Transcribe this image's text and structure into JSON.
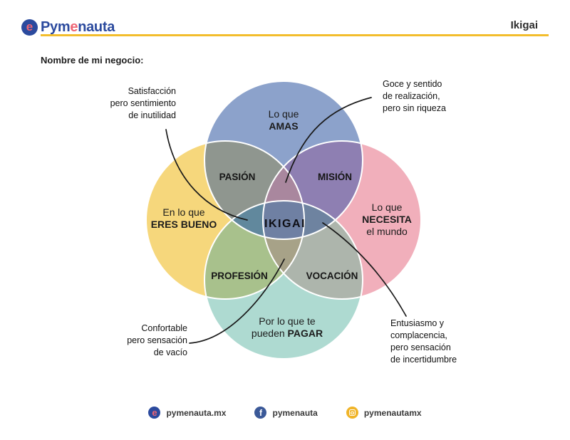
{
  "header": {
    "title": "Ikigai",
    "brand": {
      "icon_letter": "e",
      "wordmark": [
        "Pym",
        "e",
        "nauta"
      ]
    }
  },
  "worksheet": {
    "business_name_label": "Nombre de mi negocio:"
  },
  "diagram": {
    "circle_labels": {
      "amas": [
        "Lo que",
        "AMAS"
      ],
      "eres_bueno": [
        "En lo que",
        "ERES BUENO"
      ],
      "necesita": [
        "Lo que",
        "NECESITA",
        "el mundo"
      ],
      "pagar": [
        "Por lo que te",
        "pueden",
        "PAGAR"
      ]
    },
    "overlap_labels": {
      "pasion": "PASIÓN",
      "mision": "MISIÓN",
      "profesion": "PROFESIÓN",
      "vocacion": "VOCACIÓN",
      "center": "IKIGAI"
    },
    "annotations": {
      "satisfaccion": [
        "Satisfacción",
        "pero sentimiento",
        "de inutilidad"
      ],
      "goce": [
        "Goce y sentido",
        "de realización,",
        "pero sin riqueza"
      ],
      "confortable": [
        "Confortable",
        "pero sensación",
        "de vacío"
      ],
      "entusiasmo": [
        "Entusiasmo y",
        "complacencia,",
        "pero sensación",
        "de incertidumbre"
      ]
    }
  },
  "colors": {
    "accent_yellow": "#F3BD2C",
    "brand_blue": "#2B4A9E",
    "brand_coral": "#EE6575",
    "facebook_blue": "#3B5998",
    "instagram_gold": "#F0B428",
    "amas": "#8CA2CB",
    "eres_bueno": "#F6D77C",
    "necesita": "#F1AFBB",
    "pagar": "#AEDAD1",
    "pasion": "#8F968F",
    "mision": "#8E7FB2",
    "profesion": "#A8C18C",
    "vocacion": "#ADB5AC",
    "lens_left": "#61889D",
    "lens_right": "#6E83A0",
    "tip_top": "#A9879E",
    "tip_bottom": "#A7A288",
    "center": "#6F80A3",
    "circle_stroke": "#FFFFFF",
    "curve": "#1A1A1A"
  },
  "footer": {
    "handles": [
      "pymenauta.mx",
      "pymenauta",
      "pymenautamx"
    ]
  }
}
